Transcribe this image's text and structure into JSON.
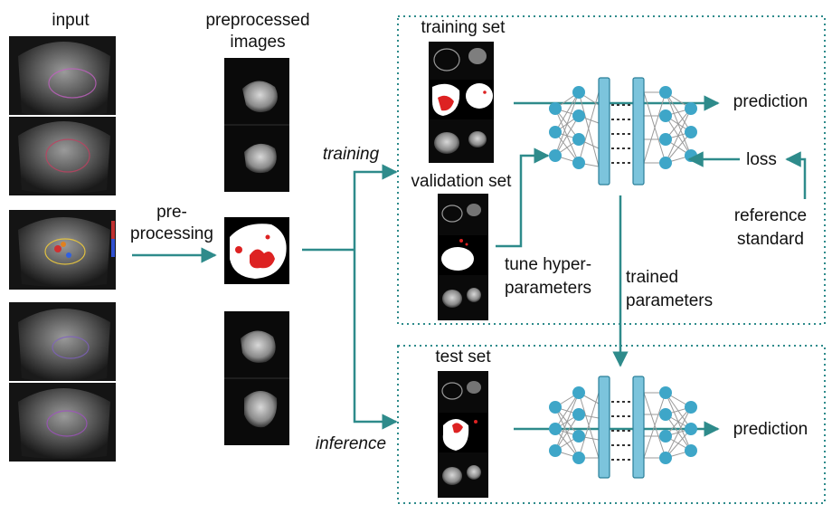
{
  "labels": {
    "input": "input",
    "preprocessed_line1": "preprocessed",
    "preprocessed_line2": "images",
    "preprocessing_line1": "pre-",
    "preprocessing_line2": "processing",
    "training": "training",
    "inference": "inference",
    "training_set": "training set",
    "validation_set": "validation set",
    "tune_line1": "tune hyper-",
    "tune_line2": "parameters",
    "prediction_top": "prediction",
    "loss": "loss",
    "reference_line1": "reference",
    "reference_line2": "standard",
    "trained_line1": "trained",
    "trained_line2": "parameters",
    "test_set": "test set",
    "prediction_bottom": "prediction"
  },
  "colors": {
    "arrow": "#2e8b8b",
    "node": "#3ea6c8",
    "layer_bar": "#7cc4dc",
    "mask_red": "#dd2222",
    "box_border": "#2e8b8b"
  }
}
